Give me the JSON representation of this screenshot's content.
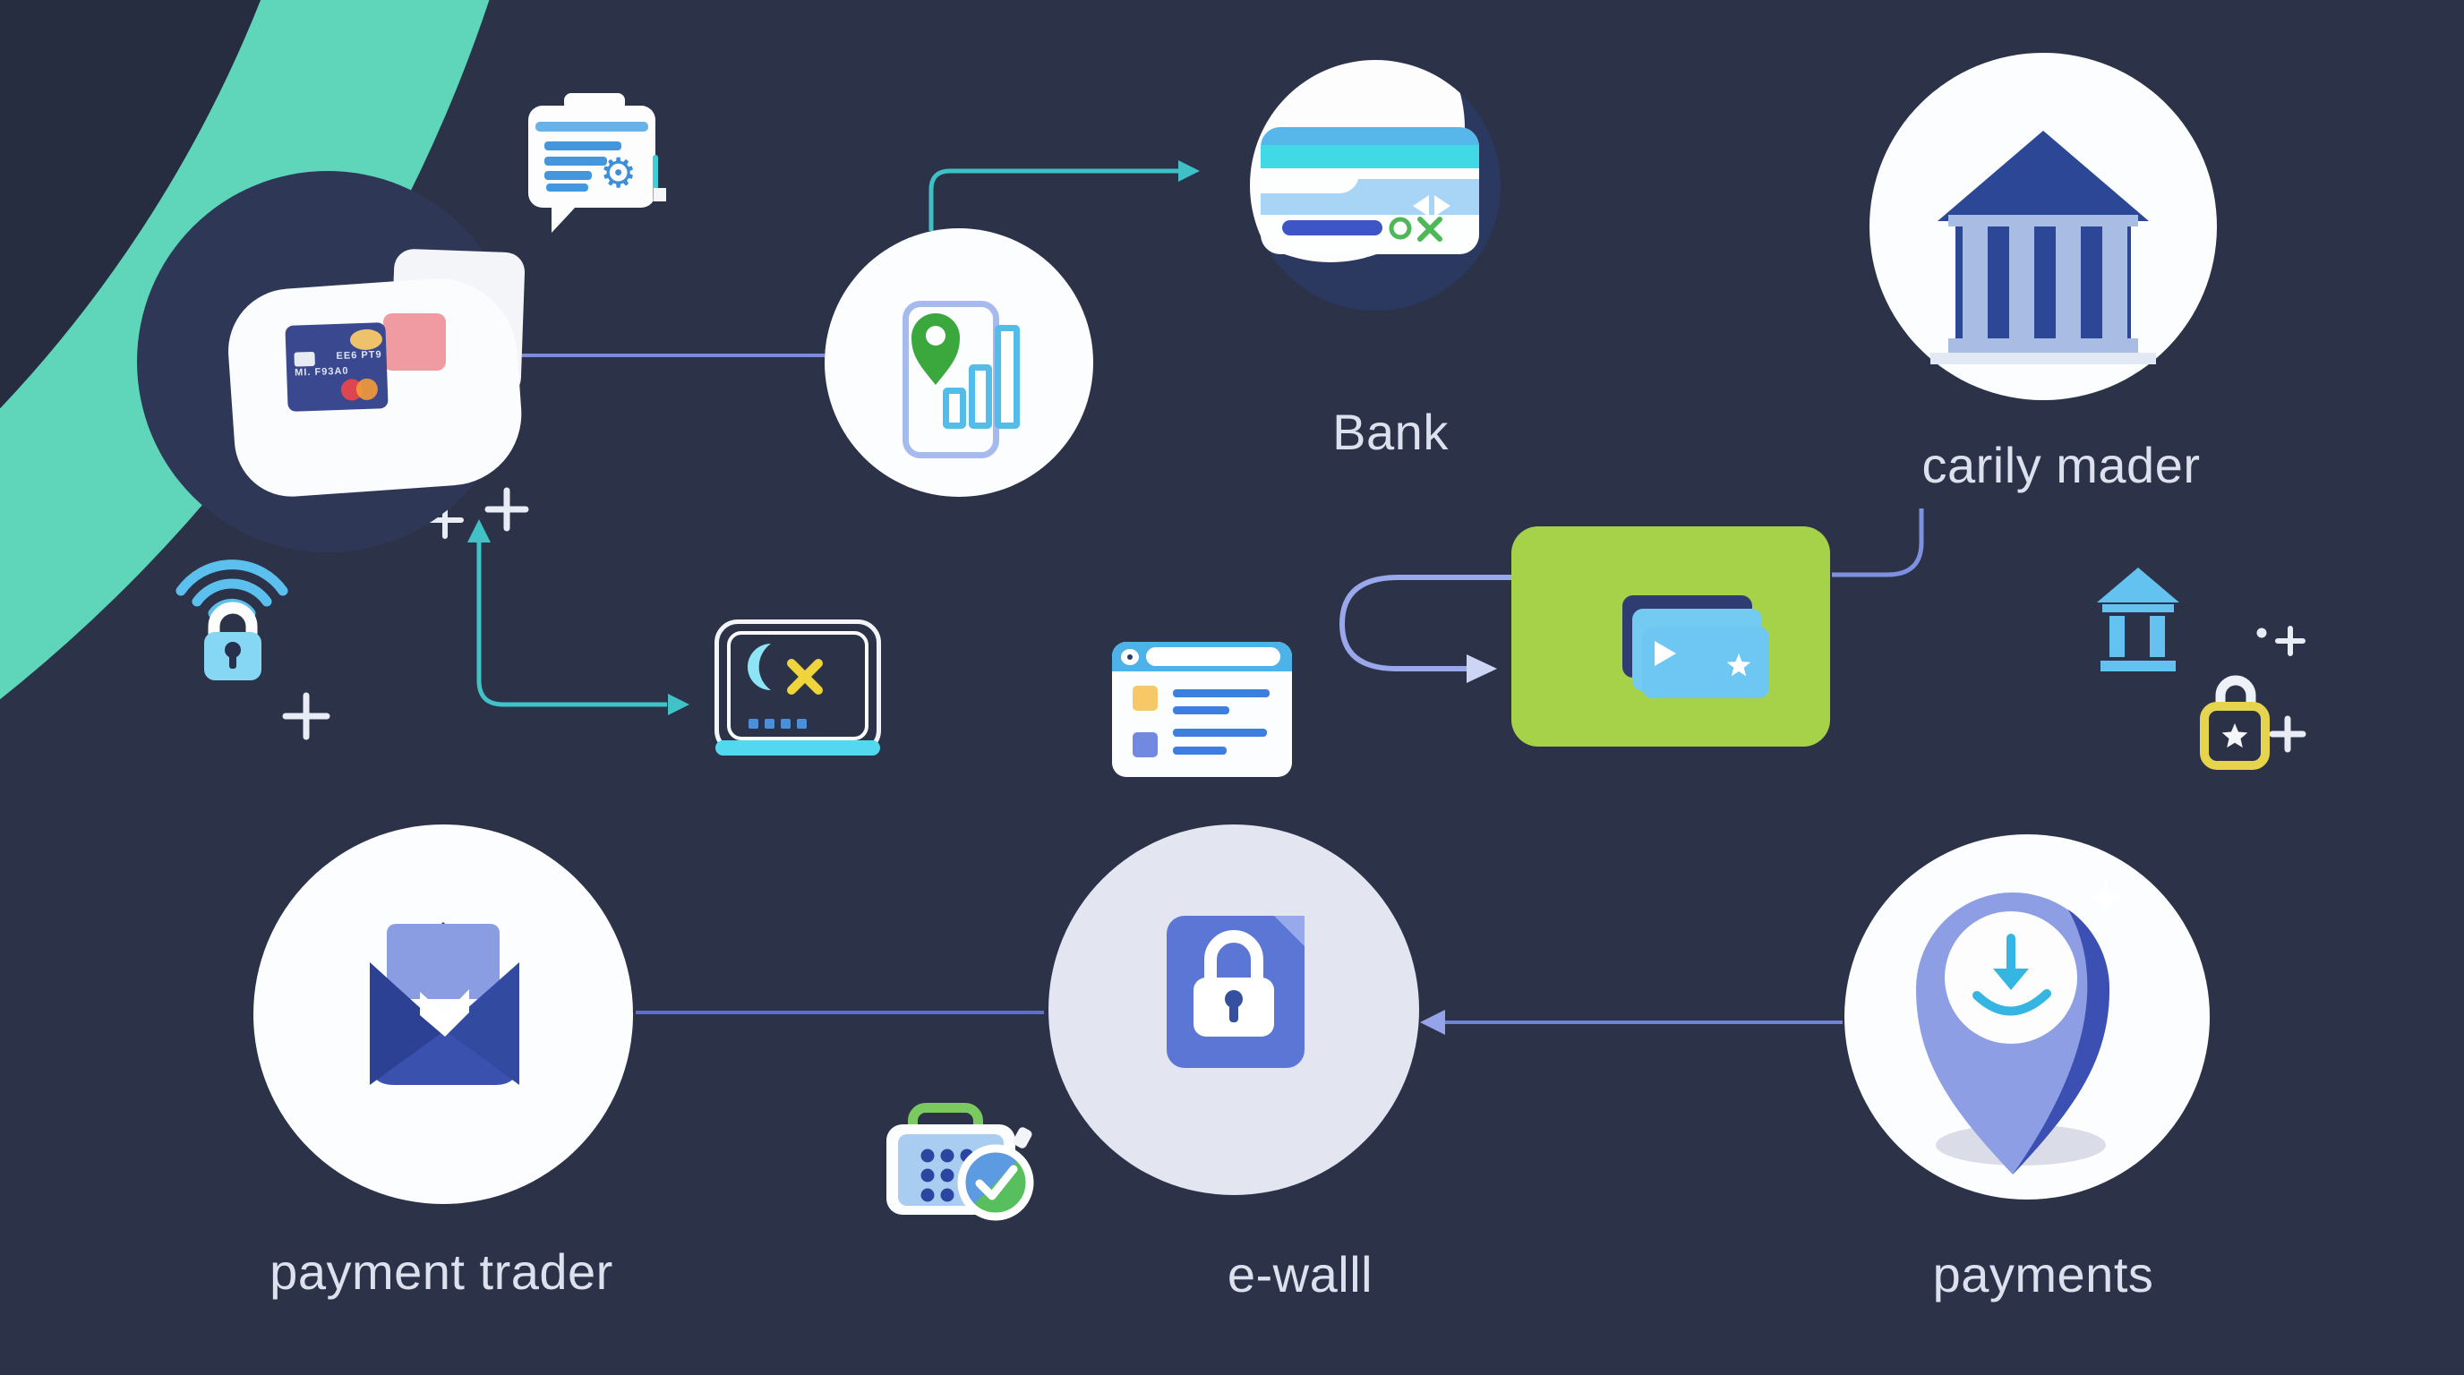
{
  "title": "fintech payment flow illustration",
  "background": "#2c3349",
  "labels": {
    "bank": "Bank",
    "institution": "carily mader",
    "payment_trader": "payment trader",
    "ewallet": "e-walll",
    "payments": "payments"
  },
  "credit_card": {
    "line1": "EE6 PT9",
    "line2": "MI. F93A0"
  },
  "colors": {
    "background": "#2c3349",
    "arc_teal": "#5fd5ba",
    "teal_connector": "#41c2c6",
    "purple_connector": "#7d8bdc",
    "light_purple_connector": "#98a8ea",
    "green_box": "#a6d24a",
    "label_text": "#dde1ed",
    "node_white": "#fcfdfe",
    "navy_icon": "#2b4795",
    "sky_blue": "#64c2f0",
    "yellow_lock": "#e7d44e",
    "green_check": "#57bf5e"
  },
  "icons": [
    "credit-cards-icon",
    "chat-gear-icon",
    "phone-location-chart-icon",
    "bank-card-icon",
    "bank-building-icon",
    "wifi-lock-icon",
    "screen-moon-icon",
    "browser-window-icon",
    "stacked-cards-icon",
    "bank-glyph-icon",
    "star-lock-icon",
    "plus-sparkle-icon",
    "open-envelope-icon",
    "document-lock-icon",
    "keypad-check-icon",
    "location-pin-download-icon"
  ]
}
